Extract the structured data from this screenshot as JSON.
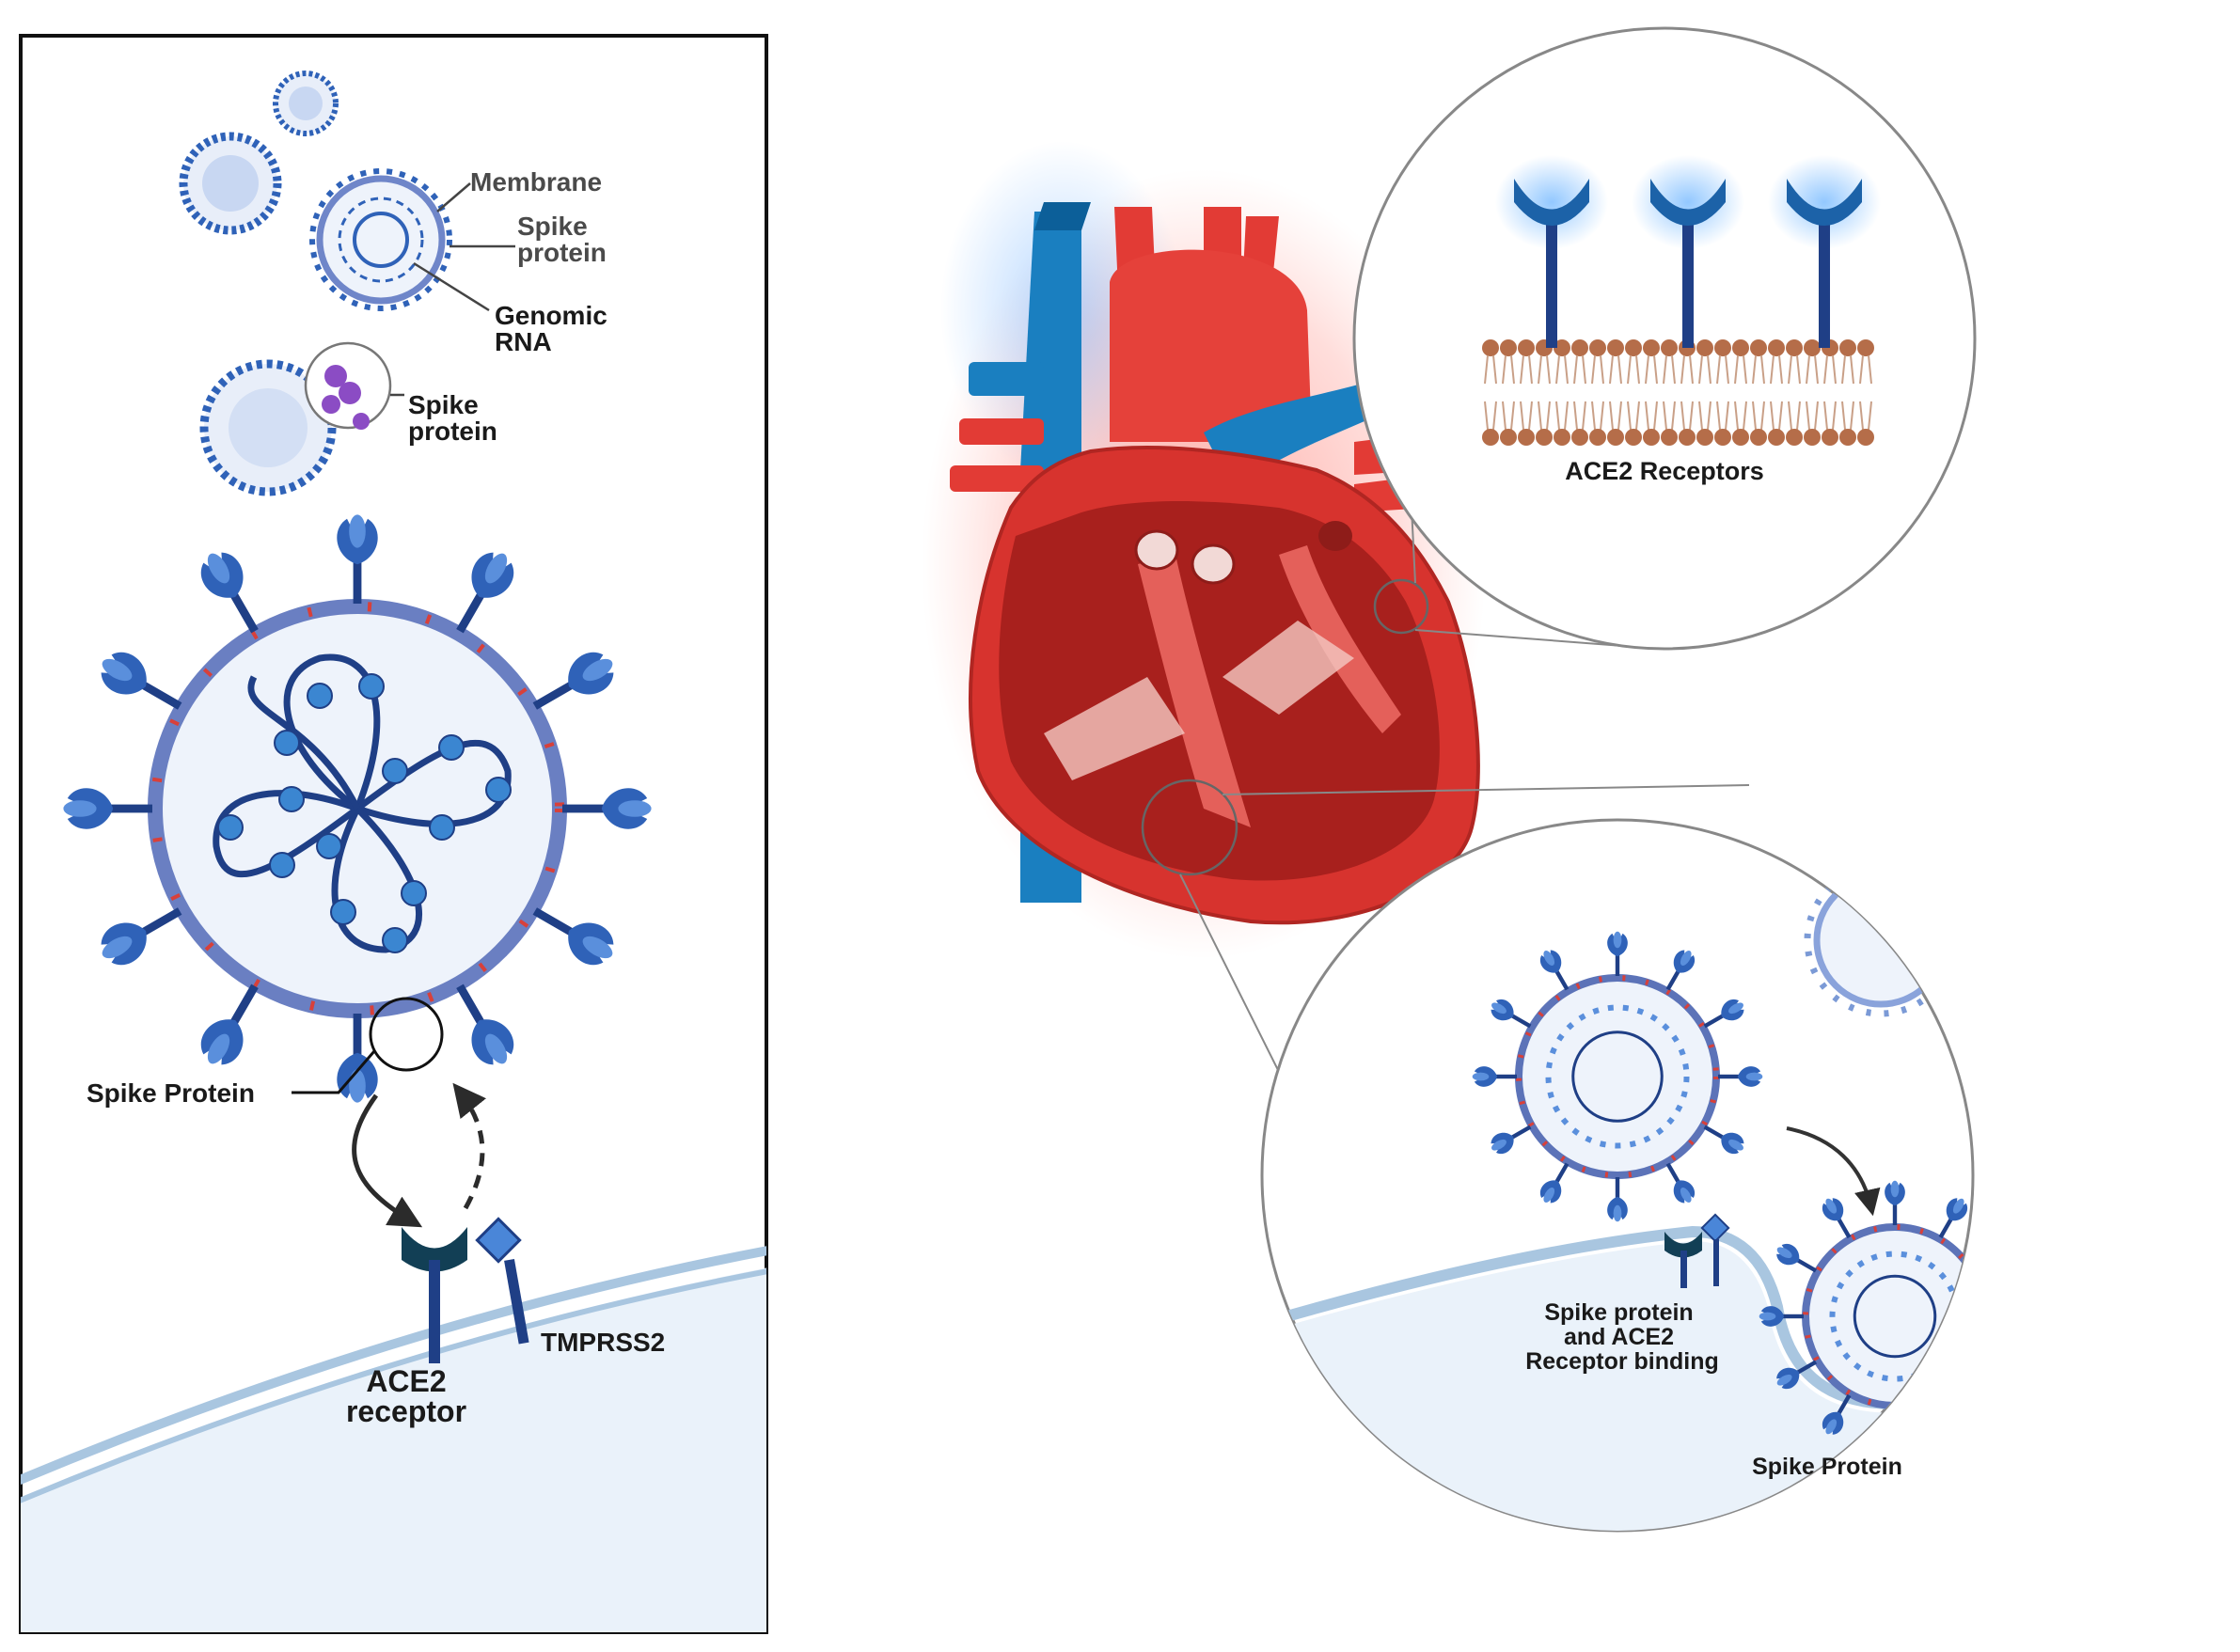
{
  "colors": {
    "virus_blue": "#2f62b8",
    "virus_dark": "#1f3f86",
    "virus_light": "#5a8fdc",
    "membrane_red": "#d8403a",
    "heart_red": "#e8463f",
    "vessel_blue": "#1a7fc0",
    "receptor_teal": "#123f55",
    "cell_fill": "#eaf2fa",
    "cell_edge": "#a9c6e0",
    "lipid_head": "#b56d49"
  },
  "labels": {
    "membrane": "Membrane",
    "spike_protein_top": "Spike protein",
    "genomic_rna": "Genomic RNA",
    "spike_protein_purple": "Spike protein",
    "spike_protein_main": "Spike Protein",
    "ace2_receptor": "ACE2 receptor",
    "tmprss2": "TMPRSS2",
    "ace2_receptors": "ACE2 Receptors",
    "binding": "Spike protein and ACE2 Receptor binding",
    "spike_protein_bottom": "Spike Protein"
  }
}
